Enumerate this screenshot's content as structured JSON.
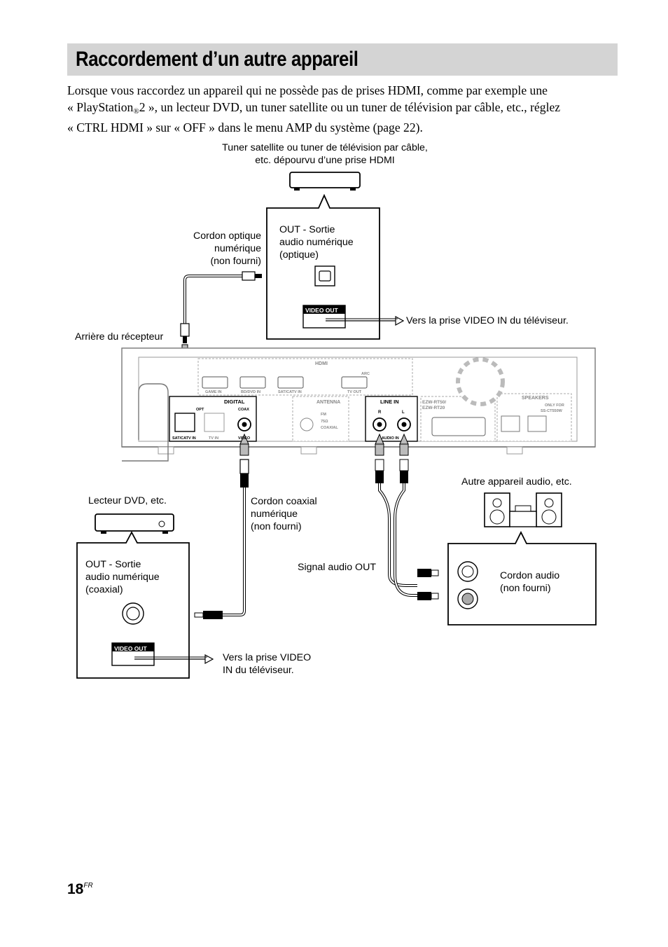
{
  "heading": "Raccordement d’un autre appareil",
  "intro": {
    "line1": "Lorsque vous raccordez un appareil qui ne possède pas de prises HDMI, comme par exemple une",
    "line2_pre": "« PlayStation",
    "line2_sub": "®",
    "line2_post": "2 », un lecteur DVD, un tuner satellite ou un tuner de télévision par câble, etc., réglez",
    "line3": "« CTRL HDMI » sur « OFF » dans le menu AMP du système (page 22)."
  },
  "labels": {
    "tuner_line1": "Tuner satellite ou tuner de télévision par câble,",
    "tuner_line2": "etc. dépourvu d’une prise HDMI",
    "optical_out_1": "OUT - Sortie",
    "optical_out_2": "audio numérique",
    "optical_out_3": "(optique)",
    "optical_cord_1": "Cordon optique",
    "optical_cord_2": "numérique",
    "optical_cord_3": "(non fourni)",
    "video_out": "VIDEO OUT",
    "to_tv_video_in": "Vers la prise VIDEO IN du téléviseur.",
    "receiver_rear": "Arrière du récepteur",
    "dvd_player": "Lecteur DVD, etc.",
    "coaxial_cord_1": "Cordon coaxial",
    "coaxial_cord_2": "numérique",
    "coaxial_cord_3": "(non fourni)",
    "other_audio": "Autre appareil audio, etc.",
    "coax_out_1": "OUT - Sortie",
    "coax_out_2": "audio numérique",
    "coax_out_3": "(coaxial)",
    "signal_audio_out": "Signal audio OUT",
    "audio_cord_1": "Cordon audio",
    "audio_cord_2": "(non fourni)",
    "to_tv_video_in_a": "Vers la prise VIDEO",
    "to_tv_video_in_b": "IN du téléviseur."
  },
  "receiver_panel": {
    "hdmi": "HDMI",
    "game_in": "GAME IN",
    "bd_dvd_in": "BD/DVD IN",
    "sat_catv_in": "SAT/CATV IN",
    "tv_out": "TV OUT",
    "arc": "ARC",
    "digital": "DIGITAL",
    "opt": "OPT",
    "coax": "COAX",
    "sat_catv_in_2": "SAT/CATV IN",
    "tv_in": "TV IN",
    "video": "VIDEO",
    "antenna": "ANTENNA",
    "fm": "FM",
    "ohm": "75Ω",
    "coaxial": "COAXIAL",
    "line_in": "LINE IN",
    "r": "R",
    "l": "L",
    "audio_in": "AUDIO IN",
    "model_1": "EZW-RT50/",
    "model_2": "EZW-RT20",
    "speakers": "SPEAKERS",
    "only_for_1": "ONLY FOR",
    "only_for_2": "SS-CT550W"
  },
  "page": {
    "number": "18",
    "suffix": "FR"
  }
}
